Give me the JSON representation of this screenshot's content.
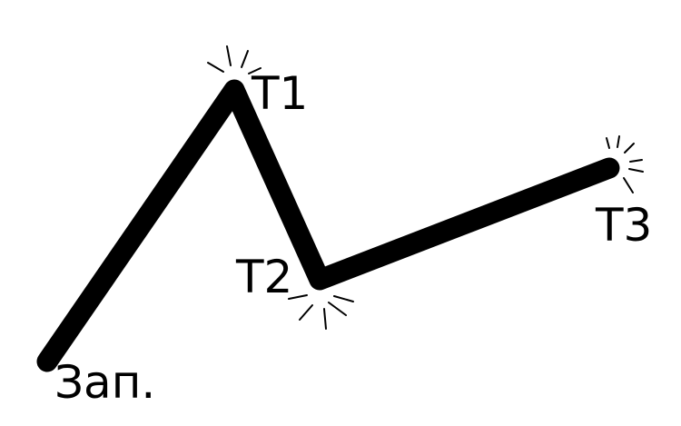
{
  "labels": {
    "start": "Зап.",
    "t1": "T1",
    "t2": "T2",
    "t3": "T3"
  },
  "colors": {
    "line": "#000000",
    "background": "#ffffff"
  }
}
